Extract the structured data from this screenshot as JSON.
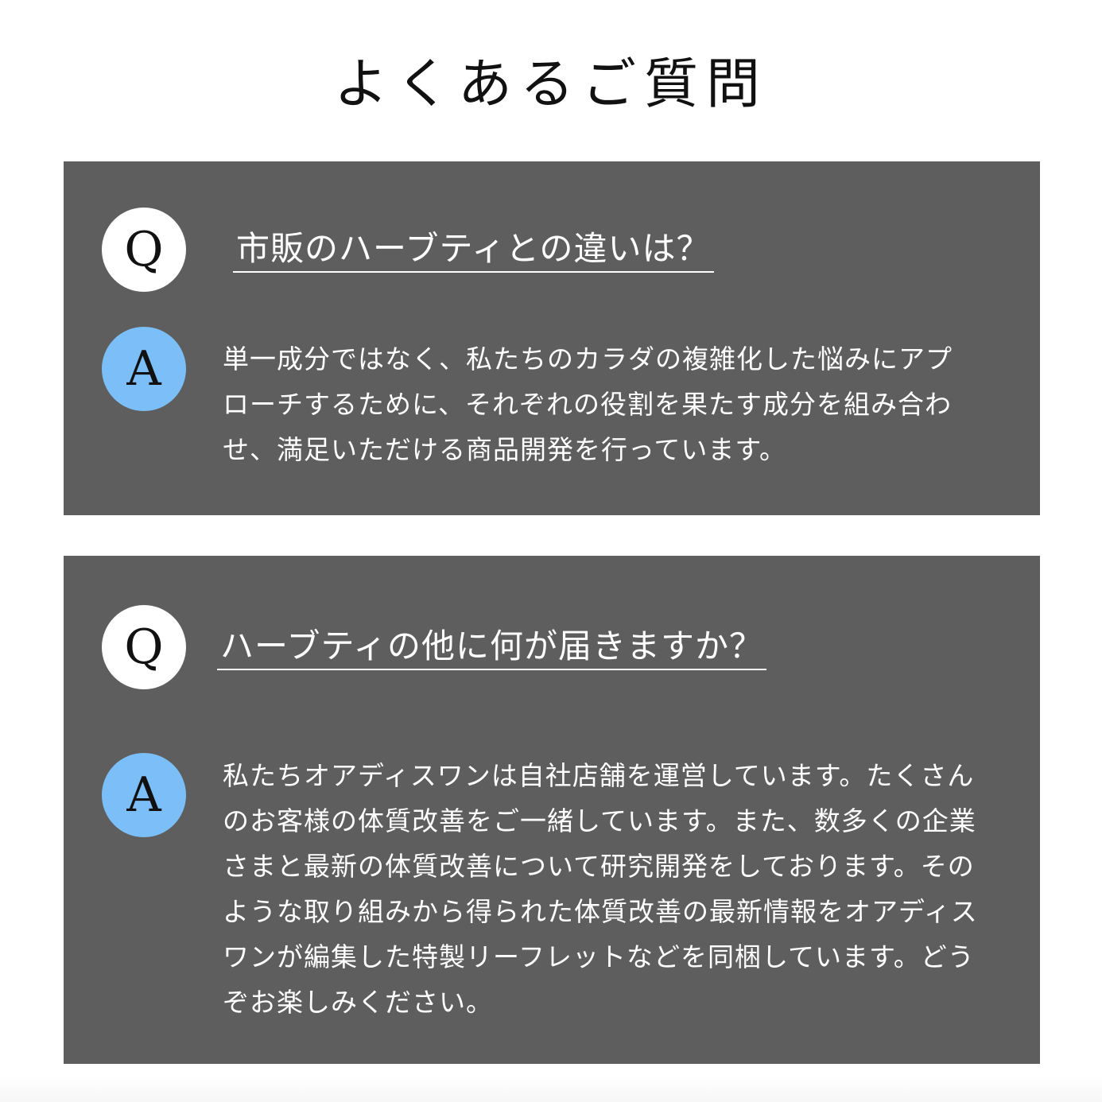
{
  "page": {
    "title": "よくあるご質問"
  },
  "badges": {
    "question_letter": "Q",
    "answer_letter": "A",
    "question_color": "#ffffff",
    "answer_color": "#7cbff8"
  },
  "colors": {
    "card_background": "#5e5e5e",
    "text_on_card": "#ffffff"
  },
  "faqs": [
    {
      "question": "市販のハーブティとの違いは？",
      "answer": "単一成分ではなく、私たちのカラダの複雑化した悩みにアプローチするために、それぞれの役割を果たす成分を組み合わせ、満足いただける商品開発を行っています。"
    },
    {
      "question": "ハーブティの他に何が届きますか？",
      "answer": "私たちオアディスワンは自社店舗を運営しています。たくさんのお客様の体質改善をご一緒しています。また、数多くの企業さまと最新の体質改善について研究開発をしております。そのような取り組みから得られた体質改善の最新情報をオアディスワンが編集した特製リーフレットなどを同梱しています。どうぞお楽しみください。"
    }
  ]
}
